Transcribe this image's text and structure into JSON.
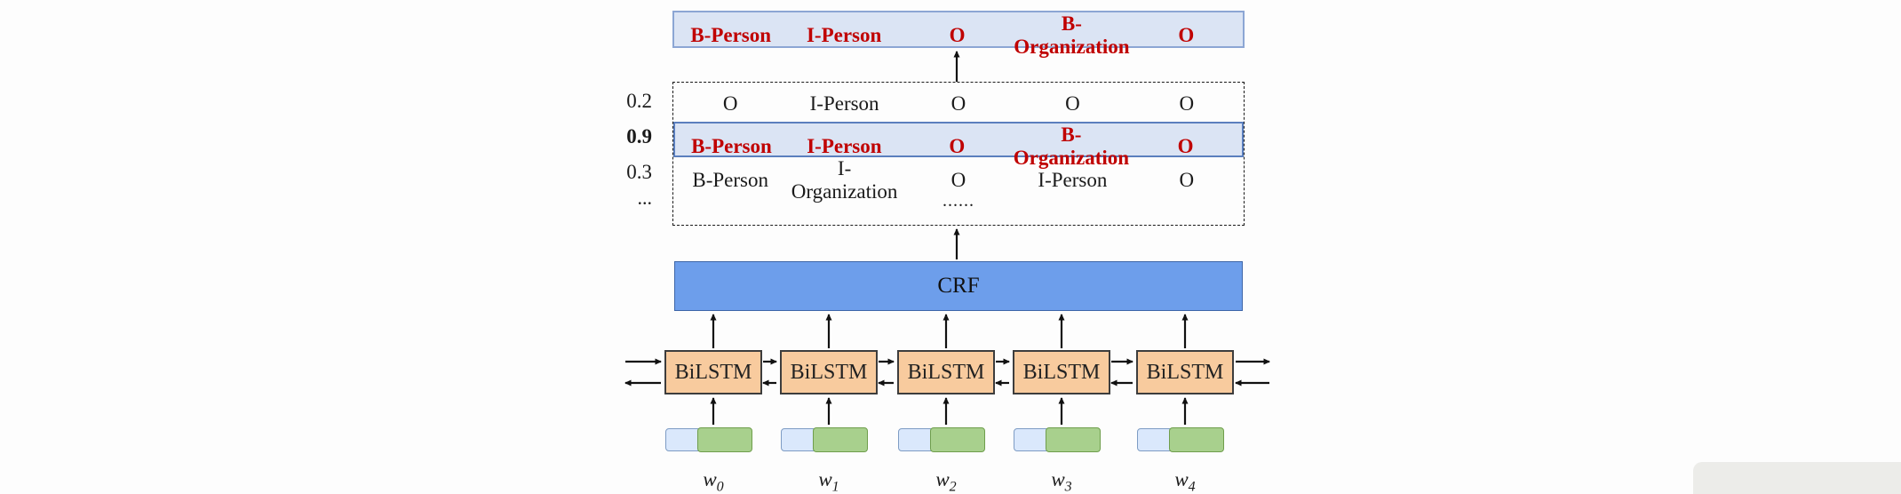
{
  "diagram": {
    "predicted": {
      "labels": [
        "B-Person",
        "I-Person",
        "O",
        "B-Organization",
        "O"
      ]
    },
    "candidates": [
      {
        "score": "0.2",
        "labels": [
          "O",
          "I-Person",
          "O",
          "O",
          "O"
        ],
        "highlight": false
      },
      {
        "score": "0.9",
        "labels": [
          "B-Person",
          "I-Person",
          "O",
          "B-Organization",
          "O"
        ],
        "highlight": true
      },
      {
        "score": "0.3",
        "labels": [
          "B-Person",
          "I-Organization",
          "O",
          "I-Person",
          "O"
        ],
        "highlight": false
      }
    ],
    "more_scores": "...",
    "more_rows": "......",
    "crf_label": "CRF",
    "bilstm_label": "BiLSTM",
    "words": [
      {
        "base": "w",
        "sub": "0"
      },
      {
        "base": "w",
        "sub": "1"
      },
      {
        "base": "w",
        "sub": "2"
      },
      {
        "base": "w",
        "sub": "3"
      },
      {
        "base": "w",
        "sub": "4"
      }
    ],
    "colors": {
      "highlight_text": "#c00000",
      "sequence_box_bg": "#dbe4f4",
      "sequence_box_border": "#8ca6d4",
      "highlight_row_border": "#5b7fbe",
      "crf_bg": "#6d9eeb",
      "bilstm_bg": "#f8cb9e",
      "embedding_blue": "#dae8fc",
      "embedding_green": "#a8d08d",
      "arrow": "#111111"
    }
  }
}
